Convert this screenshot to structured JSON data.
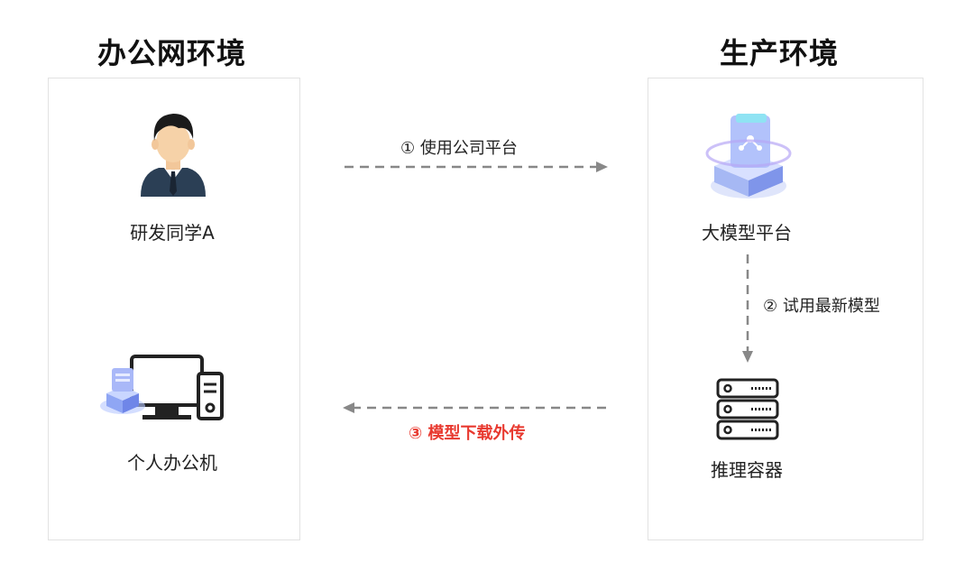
{
  "left_zone": {
    "title": "办公网环境",
    "developer": {
      "label": "研发同学A",
      "icon": "person-icon"
    },
    "office_pc": {
      "label": "个人办公机",
      "icon": "desktop-computer-icon"
    }
  },
  "right_zone": {
    "title": "生产环境",
    "platform": {
      "label": "大模型平台",
      "icon": "ai-platform-icon"
    },
    "container": {
      "label": "推理容器",
      "icon": "server-rack-icon"
    }
  },
  "edges": {
    "use_platform": "① 使用公司平台",
    "try_model": "② 试用最新模型",
    "exfiltrate": "③ 模型下载外传"
  },
  "colors": {
    "alert": "#e8392f",
    "arrow": "#888888",
    "panel_border": "#e2e2e2"
  }
}
